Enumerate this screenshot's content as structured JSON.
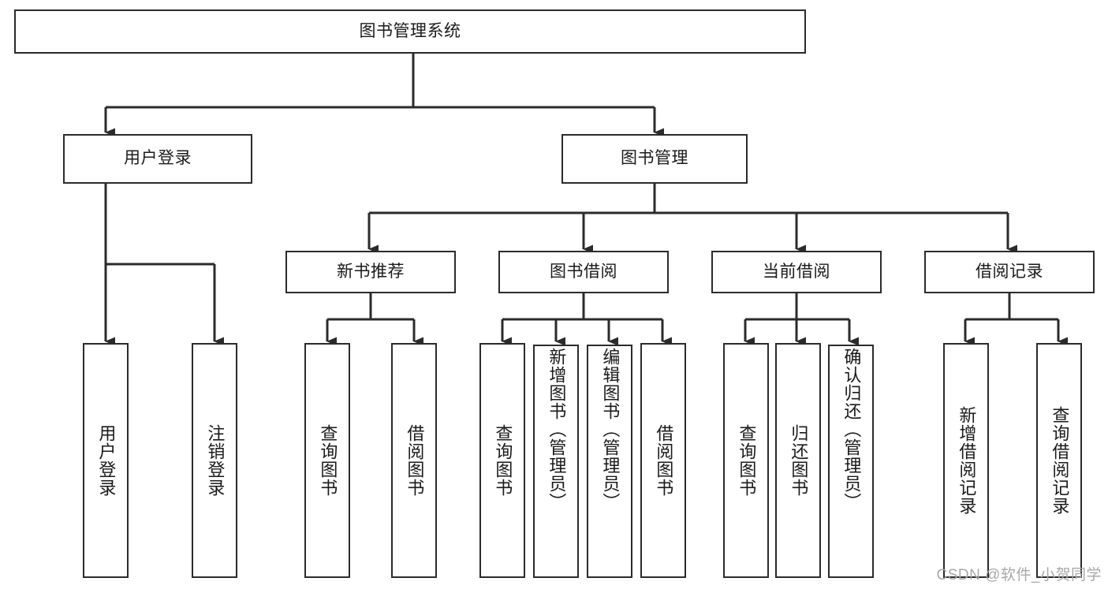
{
  "diagram": {
    "title": "图书管理系统",
    "type": "tree-hierarchy",
    "stroke_color": "#2b2b2b",
    "background_color": "#ffffff",
    "root": {
      "label": "图书管理系统"
    },
    "level2": [
      {
        "label": "用户登录"
      },
      {
        "label": "图书管理"
      }
    ],
    "level3": [
      {
        "label": "新书推荐"
      },
      {
        "label": "图书借阅"
      },
      {
        "label": "当前借阅"
      },
      {
        "label": "借阅记录"
      }
    ],
    "leaves": {
      "user_login": [
        {
          "label": "用户登录"
        },
        {
          "label": "注销登录"
        }
      ],
      "new_book_recommend": [
        {
          "label": "查询图书"
        },
        {
          "label": "借阅图书"
        }
      ],
      "book_borrow": [
        {
          "label": "查询图书"
        },
        {
          "label": "新增图书（管理员）"
        },
        {
          "label": "编辑图书（管理员）"
        },
        {
          "label": "借阅图书"
        }
      ],
      "current_borrow": [
        {
          "label": "查询图书"
        },
        {
          "label": "归还图书"
        },
        {
          "label": "确认归还（管理员）"
        }
      ],
      "borrow_record": [
        {
          "label": "新增借阅记录"
        },
        {
          "label": "查询借阅记录"
        }
      ]
    }
  },
  "watermark": {
    "text": "CSDN @软件_小贺同学"
  }
}
